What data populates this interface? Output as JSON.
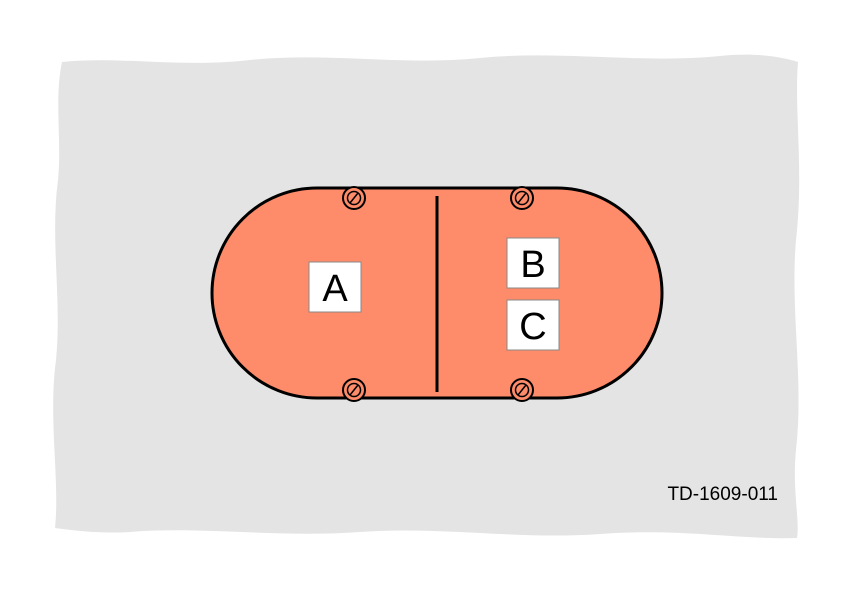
{
  "labels": {
    "left_section": "A",
    "right_top": "B",
    "right_bottom": "C"
  },
  "drawing_code": "TD-1609-011",
  "colors": {
    "background_sheet": "#e4e4e4",
    "plate": "#fe8b69",
    "outline": "#000000",
    "label_box": "#ffffff"
  },
  "icons": {
    "screw": "slotted-screw-icon"
  }
}
